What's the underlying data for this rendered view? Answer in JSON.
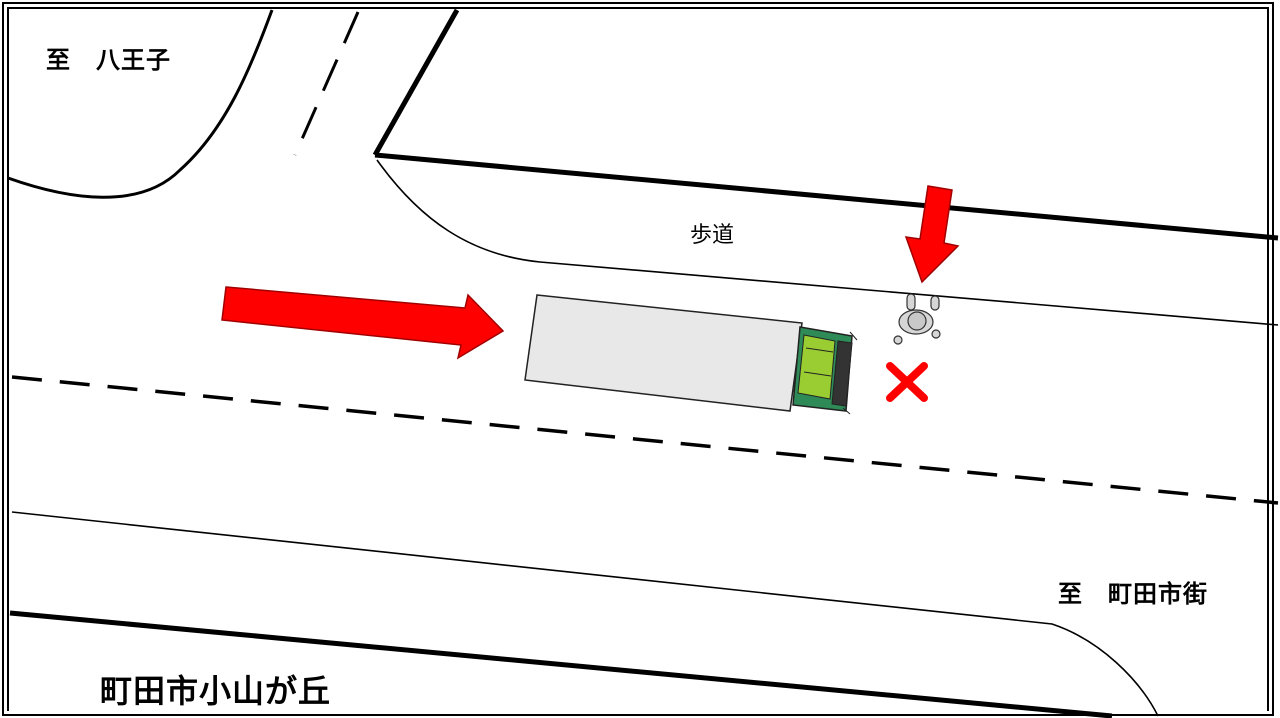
{
  "labels": {
    "to_hachioji": "至　八王子",
    "to_machida": "至　町田市街",
    "sidewalk": "歩道",
    "area_name": "町田市小山が丘"
  },
  "colors": {
    "arrow_fill": "#ff0000",
    "arrow_stroke": "#a00000",
    "trailer_fill": "#e8e8e8",
    "cab_fill": "#2e8b57",
    "cab_window": "#9acd32",
    "impact_mark": "#ff0000"
  },
  "icons": {
    "vehicle": "truck-icon",
    "pedestrian": "pedestrian-icon",
    "impact": "x-mark-icon",
    "arrows": [
      "direction-arrow-icon"
    ]
  }
}
